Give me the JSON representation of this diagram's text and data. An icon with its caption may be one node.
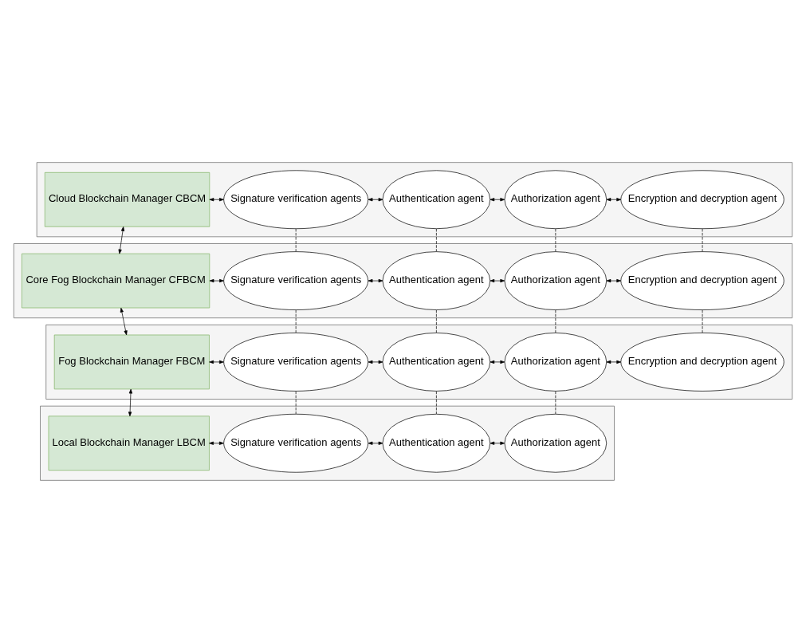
{
  "diagram": {
    "nodes": [
      {
        "text": [],
        "shape": "box"
      },
      {
        "text": [
          "Cloud Blockchain Manager CBCM"
        ],
        "in": 0
      },
      {
        "text": [
          "Signature verification agents"
        ],
        "in": 0
      },
      {
        "text": [
          "Authentication agent"
        ],
        "in": 0
      },
      {
        "text": [
          "Authorization agent"
        ],
        "in": 0
      },
      {
        "text": [
          "Encryption and decryption agent"
        ],
        "in": 0
      },
      {
        "text": [],
        "shape": "box"
      },
      {
        "text": [
          "Core Fog Blockchain Manager CFBCM"
        ],
        "in": 6
      },
      {
        "text": [
          "Signature verification agents"
        ],
        "in": 6
      },
      {
        "text": [
          "Authentication agent"
        ],
        "in": 6
      },
      {
        "text": [
          "Authorization agent"
        ],
        "in": 6
      },
      {
        "text": [
          "Encryption and decryption agent"
        ],
        "in": 6
      },
      {
        "text": [],
        "shape": "box"
      },
      {
        "text": [
          "Fog Blockchain Manager FBCM"
        ],
        "in": 12
      },
      {
        "text": [
          "Signature verification agents"
        ],
        "in": 12
      },
      {
        "text": [
          "Authentication agent"
        ],
        "in": 12
      },
      {
        "text": [
          "Authorization agent"
        ],
        "in": 12
      },
      {
        "text": [
          "Encryption and decryption agent"
        ],
        "in": 12
      },
      {
        "text": [],
        "shape": "box"
      },
      {
        "text": [
          "Local Blockchain Manager LBCM"
        ],
        "in": 18
      },
      {
        "text": [
          "Signature verification agents"
        ],
        "in": 18
      },
      {
        "text": [
          "Authentication agent"
        ],
        "in": 18
      },
      {
        "text": [
          "Authorization agent"
        ],
        "in": 18
      }
    ],
    "edges": [
      {
        "from": 1,
        "to": 2,
        "arrow": "both"
      },
      {
        "from": 2,
        "to": 3,
        "arrow": "both"
      },
      {
        "from": 3,
        "to": 4,
        "arrow": "both"
      },
      {
        "from": 4,
        "to": 5,
        "arrow": "both"
      },
      {
        "from": 1,
        "to": 7,
        "arrow": "both"
      },
      {
        "from": 7,
        "to": 8,
        "arrow": "both"
      },
      {
        "from": 8,
        "to": 9,
        "arrow": "both"
      },
      {
        "from": 9,
        "to": 10,
        "arrow": "both"
      },
      {
        "from": 10,
        "to": 11,
        "arrow": "both"
      },
      {
        "from": 7,
        "to": 13,
        "arrow": "both"
      },
      {
        "from": 13,
        "to": 14,
        "arrow": "both"
      },
      {
        "from": 14,
        "to": 15,
        "arrow": "both"
      },
      {
        "from": 15,
        "to": 16,
        "arrow": "both"
      },
      {
        "from": 16,
        "to": 17,
        "arrow": "both"
      },
      {
        "from": 13,
        "to": 19,
        "arrow": "both"
      },
      {
        "from": 19,
        "to": 20,
        "arrow": "both"
      },
      {
        "from": 20,
        "to": 21,
        "arrow": "both"
      },
      {
        "from": 21,
        "to": 22,
        "arrow": "both"
      },
      {
        "from": 2,
        "to": 8,
        "arrow": "none",
        "style": "dashed"
      },
      {
        "from": 3,
        "to": 9,
        "arrow": "none",
        "style": "dashed"
      },
      {
        "from": 4,
        "to": 10,
        "arrow": "none",
        "style": "dashed"
      },
      {
        "from": 5,
        "to": 11,
        "arrow": "none",
        "style": "dashed"
      },
      {
        "from": 8,
        "to": 14,
        "arrow": "none",
        "style": "dashed"
      },
      {
        "from": 9,
        "to": 15,
        "arrow": "none",
        "style": "dashed"
      },
      {
        "from": 10,
        "to": 16,
        "arrow": "none",
        "style": "dashed"
      },
      {
        "from": 11,
        "to": 17,
        "arrow": "none",
        "style": "dashed"
      },
      {
        "from": 14,
        "to": 20,
        "arrow": "none",
        "style": "dashed"
      },
      {
        "from": 15,
        "to": 21,
        "arrow": "none",
        "style": "dashed"
      },
      {
        "from": 16,
        "to": 22,
        "arrow": "none",
        "style": "dashed"
      }
    ]
  }
}
